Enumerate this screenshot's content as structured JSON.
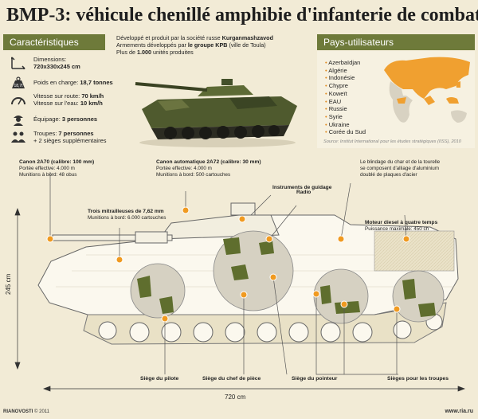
{
  "title": "BMP-3: véhicule chenillé amphibie d'infanterie de combat",
  "specs": {
    "header": "Caractéristiques",
    "dimensions_label": "Dimensions:",
    "dimensions_value": "720x330x245 cm",
    "weight_label": "Poids en charge:",
    "weight_value": "18,7 tonnes",
    "weight_badge": "18,7t",
    "speed_road_label": "Vitesse sur route:",
    "speed_road_value": "70 km/h",
    "speed_water_label": "Vitesse sur l'eau:",
    "speed_water_value": "10 km/h",
    "crew_label": "Équipage:",
    "crew_value": "3 personnes",
    "troops_label": "Troupes:",
    "troops_value": "7 personnes",
    "troops_extra": "+ 2 sièges supplémentaires"
  },
  "intro": {
    "line1_prefix": "Développé et produit par la société russe",
    "line1_company": "Kurganmashzavod",
    "line2_prefix": "Armements développés par",
    "line2_company": "le groupe KPB",
    "line2_suffix": "(ville de Toula)",
    "line3_prefix": "Plus de",
    "line3_count": "1.000",
    "line3_suffix": "unités produites"
  },
  "users": {
    "header": "Pays-utilisateurs",
    "countries": [
      "Azerbaïdjan",
      "Algérie",
      "Indonésie",
      "Chypre",
      "Koweït",
      "EAU",
      "Russie",
      "Syrie",
      "Ukraine",
      "Corée du Sud"
    ],
    "source": "Source: Institut International pour les études stratégiques (IISS), 2010"
  },
  "callouts": {
    "cannon_2a70_title": "Canon 2A70 (calibre: 100 mm)",
    "cannon_2a70_range": "Portée effective: 4.000 m",
    "cannon_2a70_ammo": "Munitions à bord: 48 obus",
    "cannon_2a72_title": "Canon automatique 2A72 (calibre: 30 mm)",
    "cannon_2a72_range": "Portée effective: 4.000 m",
    "cannon_2a72_ammo": "Munitions à bord: 500 cartouches",
    "guidance": "Instruments de guidage",
    "radio": "Radio",
    "armor_line1": "Le blindage du char et de la tourelle",
    "armor_line2": "se composent d'alliage d'aluminium",
    "armor_line3": "doublé de plaques d'acier",
    "mg_title": "Trois mitrailleuses de 7,62 mm",
    "mg_ammo": "Munitions à bord: 6.000 cartouches",
    "engine_title": "Moteur diesel à quatre temps",
    "engine_power": "Puissance maximale: 450 ch"
  },
  "seats": {
    "driver": "Siège du pilote",
    "commander": "Siège du chef de pièce",
    "gunner": "Siège du pointeur",
    "troops": "Sièges pour les troupes"
  },
  "dimensions": {
    "height": "245 cm",
    "length": "720 cm"
  },
  "footer": {
    "brand": "RIANOVOSTI",
    "copyright": "© 2011",
    "site": "www.ria.ru"
  },
  "colors": {
    "panel_header": "#6e7a3a",
    "background": "#f2ebd6",
    "map_highlight": "#f0a030",
    "callout_dot": "#f09a20",
    "seat_green": "#5f6e2e"
  }
}
